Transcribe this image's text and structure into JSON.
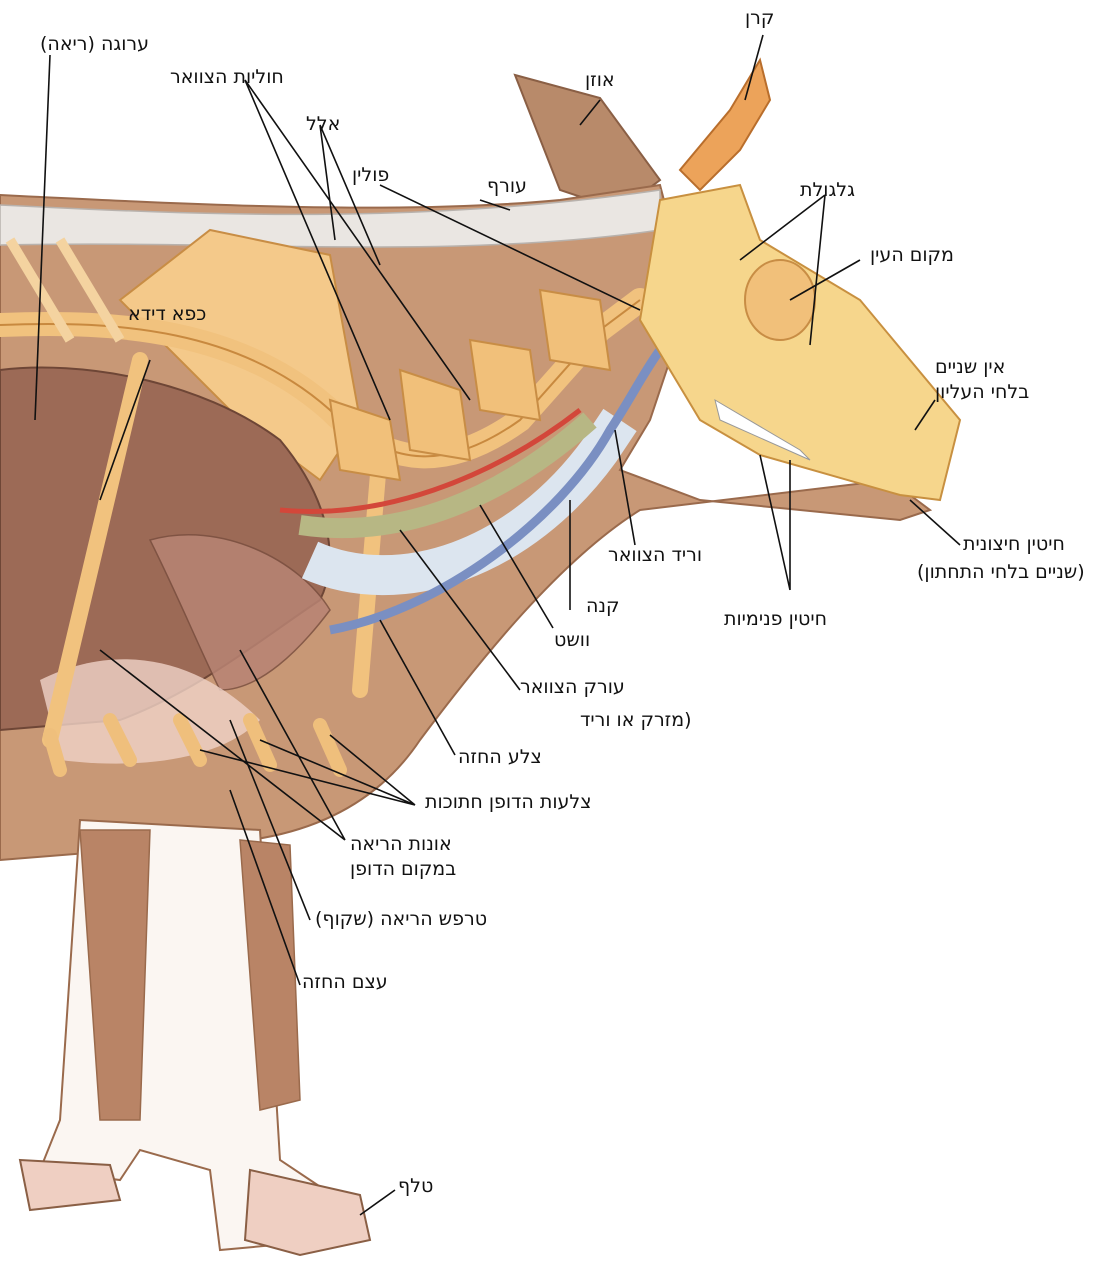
{
  "labels": {
    "keren": "קרן",
    "ozen": "אוזן",
    "oref": "עורף",
    "polin": "פולין",
    "gulgolet": "גלגולת",
    "mekom_haayin": "מקום העין",
    "ein_shinayim_1": "אין שניים",
    "ein_shinayim_2": "בלחי העליון",
    "hitin_hitzonit": "חיטין חיצונית",
    "shinayim_tachton": "(שניים בלחי התחתון)",
    "hitin_pnimiyot": "חיטין פנימיות",
    "vrid_hatzavar": "וריד הצוואר",
    "kane": "קנה",
    "veshet": "וושט",
    "orek_hatzavar": "עורק הצוואר",
    "mizrak": "(מזרק או וריד",
    "tzela_hachaze": "צלע החזה",
    "tzlaot_hadofen": "צלעות הדופן חתוכות",
    "onot_1": "אונות הריאה",
    "onot_2": "במקום הדופן",
    "terfash": "טרפש הריאה (שקוף)",
    "etzem_hachaze": "עצם החזה",
    "telef": "טלף",
    "kaf_dida": "כפא דידא",
    "arugah": "ערוגה (ריאה)",
    "huliyot": "חוליות הצוואר",
    "alal": "אלל"
  },
  "colors": {
    "bone": "#f2c27a",
    "bone_dark": "#d99a4a",
    "muscle": "#b97b58",
    "lung": "#9c6a56",
    "artery": "#d3473a",
    "vein": "#7a8fc2",
    "esophagus": "#b9b884",
    "trachea": "#dfe6ee",
    "skin": "#c99777",
    "hoof": "#e9c4b4"
  }
}
